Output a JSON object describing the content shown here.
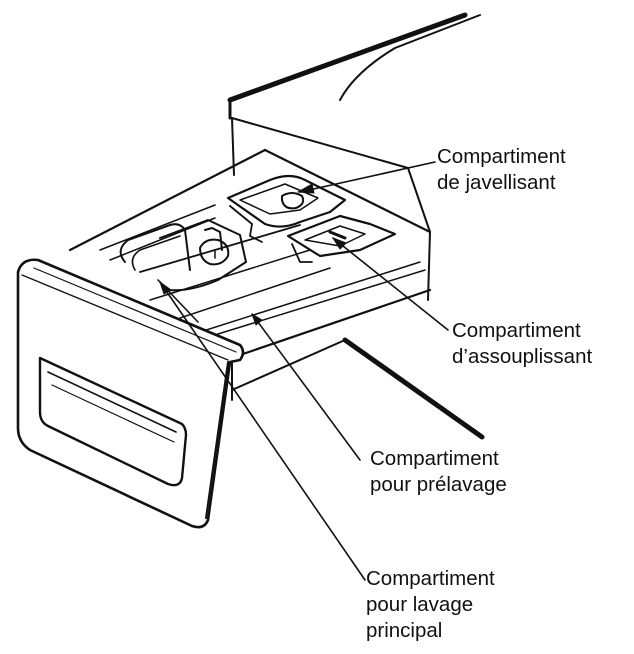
{
  "labels": {
    "bleach": {
      "line1": "Compartiment",
      "line2": "de javellisant"
    },
    "softener": {
      "line1": "Compartiment",
      "line2": "d’assouplissant"
    },
    "prewash": {
      "line1": "Compartiment",
      "line2": "pour prélavage"
    },
    "main_wash": {
      "line1": "Compartiment",
      "line2": "pour lavage",
      "line3": "principal"
    }
  },
  "colors": {
    "ink": "#111111",
    "paper": "#ffffff"
  }
}
